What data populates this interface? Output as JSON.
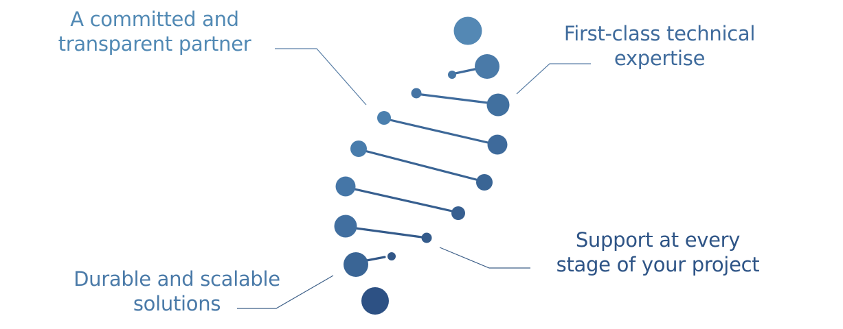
{
  "labels": {
    "partner": {
      "line1": "A committed and",
      "line2": "transparent partner"
    },
    "expertise": {
      "line1": "First-class technical",
      "line2": "expertise"
    },
    "support": {
      "line1": "Support at every",
      "line2": "stage of your project"
    },
    "durable": {
      "line1": "Durable and scalable",
      "line2": "solutions"
    }
  },
  "colors": {
    "light_blue": "#5189b4",
    "mid_blue": "#3d6a9c",
    "dark_blue": "#2e5486",
    "connector": "#4a6d94"
  }
}
